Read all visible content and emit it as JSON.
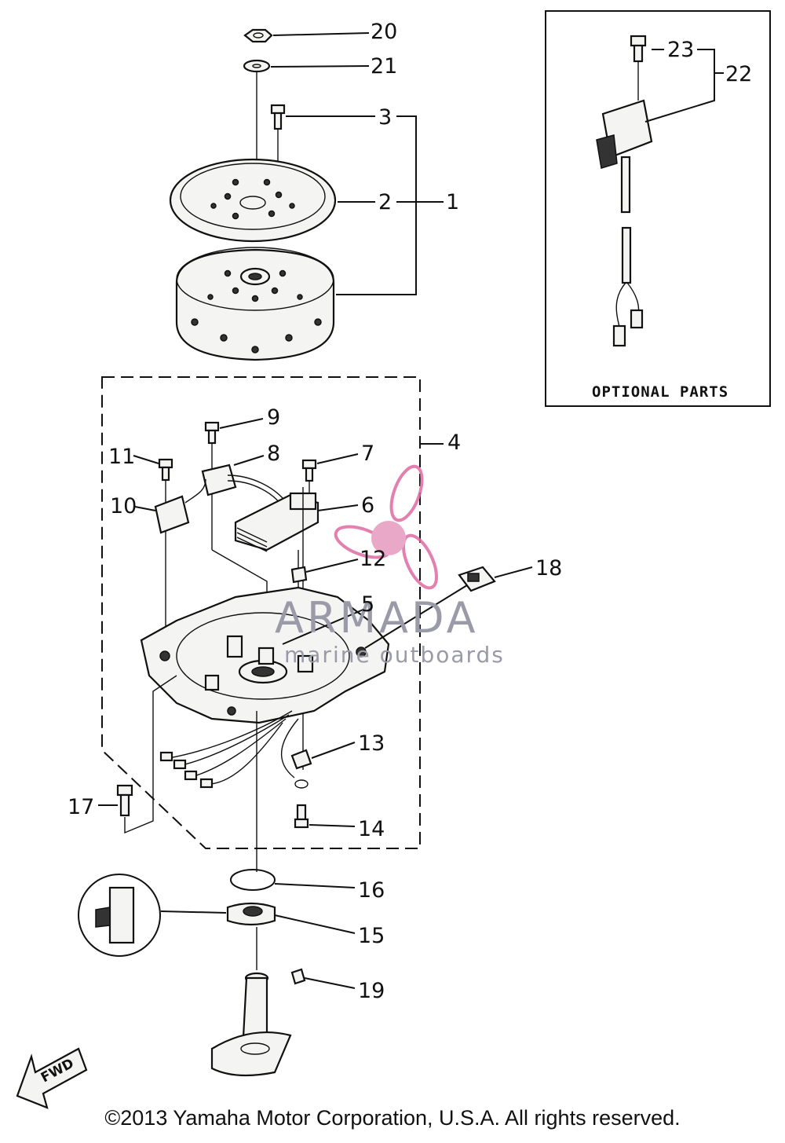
{
  "callouts": [
    {
      "id": "20",
      "text": "20"
    },
    {
      "id": "21",
      "text": "21"
    },
    {
      "id": "3",
      "text": "3"
    },
    {
      "id": "2",
      "text": "2"
    },
    {
      "id": "1",
      "text": "1"
    },
    {
      "id": "23",
      "text": "23"
    },
    {
      "id": "22",
      "text": "22"
    },
    {
      "id": "9",
      "text": "9"
    },
    {
      "id": "8",
      "text": "8"
    },
    {
      "id": "11",
      "text": "11"
    },
    {
      "id": "7",
      "text": "7"
    },
    {
      "id": "4",
      "text": "4"
    },
    {
      "id": "10",
      "text": "10"
    },
    {
      "id": "6",
      "text": "6"
    },
    {
      "id": "12",
      "text": "12"
    },
    {
      "id": "18",
      "text": "18"
    },
    {
      "id": "5",
      "text": "5"
    },
    {
      "id": "13",
      "text": "13"
    },
    {
      "id": "17",
      "text": "17"
    },
    {
      "id": "14",
      "text": "14"
    },
    {
      "id": "16",
      "text": "16"
    },
    {
      "id": "15",
      "text": "15"
    },
    {
      "id": "19",
      "text": "19"
    }
  ],
  "optional_parts_label": "OPTIONAL PARTS",
  "fwd_label": "FWD",
  "watermark": {
    "brand": "ARMADA",
    "sub": "marine outboards",
    "color": "#e06aa3"
  },
  "copyright": "©2013 Yamaha Motor Corporation, U.S.A. All rights reserved."
}
